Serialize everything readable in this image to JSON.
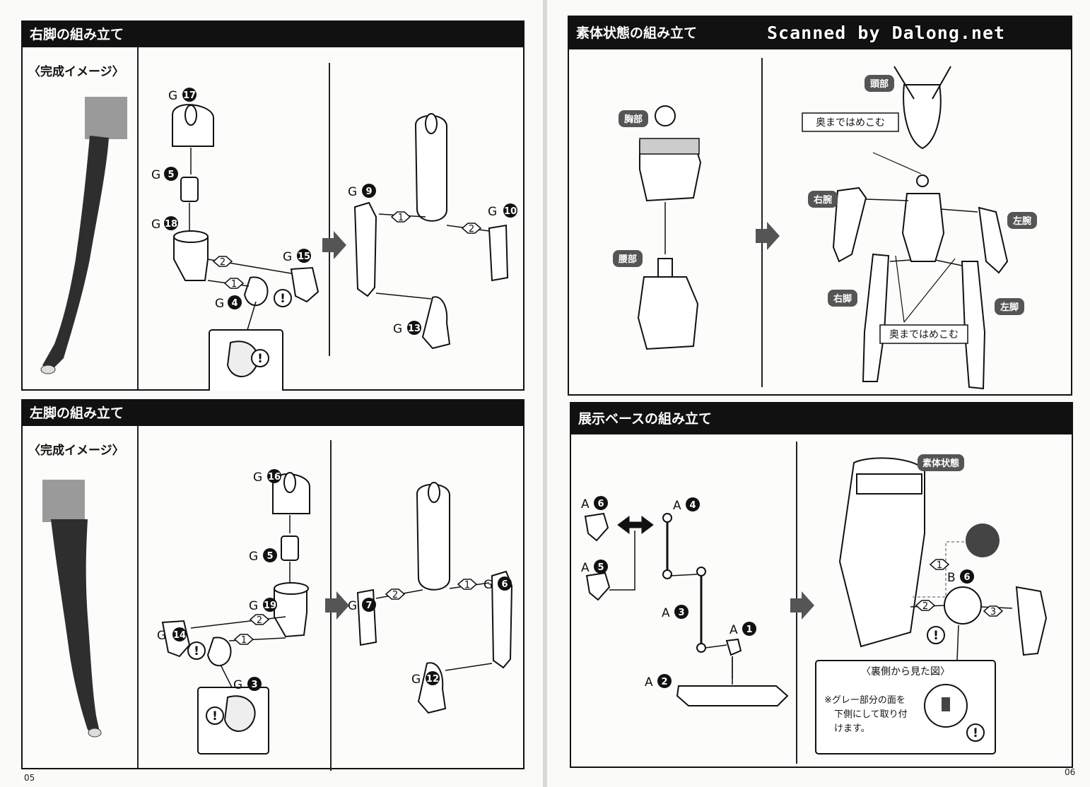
{
  "pages": {
    "left_number": "05",
    "right_number": "06"
  },
  "scan_credit": "Scanned by Dalong.net",
  "sections": {
    "right_leg": {
      "title": "右脚の組み立て",
      "complete_label": "〈完成イメージ〉",
      "parts": {
        "p17": "G",
        "n17": "17",
        "p5": "G",
        "n5": "5",
        "p18": "G",
        "n18": "18",
        "p15": "G",
        "n15": "15",
        "p4": "G",
        "n4": "4",
        "p9": "G",
        "n9": "9",
        "p10": "G",
        "n10": "10",
        "p13": "G",
        "n13": "13"
      },
      "steps": {
        "s1": "1",
        "s2": "2",
        "s1b": "1",
        "s2b": "2"
      }
    },
    "left_leg": {
      "title": "左脚の組み立て",
      "complete_label": "〈完成イメージ〉",
      "parts": {
        "p16": "G",
        "n16": "16",
        "p5": "G",
        "n5": "5",
        "p19": "G",
        "n19": "19",
        "p14": "G",
        "n14": "14",
        "p3": "G",
        "n3": "3",
        "p7": "G",
        "n7": "7",
        "p6": "G",
        "n6": "6",
        "p12": "G",
        "n12": "12"
      },
      "steps": {
        "s1": "1",
        "s2": "2",
        "s1b": "1",
        "s2b": "2"
      }
    },
    "body": {
      "title": "素体状態の組み立て",
      "labels": {
        "chest": "胸部",
        "waist": "腰部",
        "head": "頭部",
        "right_arm": "右腕",
        "left_arm": "左腕",
        "right_leg": "右脚",
        "left_leg": "左脚"
      },
      "notes": {
        "insert_top": "奥まではめこむ",
        "insert_bottom": "奥まではめこむ"
      }
    },
    "base": {
      "title": "展示ベースの組み立て",
      "parts": {
        "a6": "A",
        "n6": "6",
        "a5": "A",
        "n5": "5",
        "a4": "A",
        "n4": "4",
        "a3": "A",
        "n3": "3",
        "a1": "A",
        "n1": "1",
        "a2": "A",
        "n2": "2",
        "b6": "B",
        "nb6": "6"
      },
      "chip": "素体状態",
      "steps": {
        "s1": "1",
        "s2": "2",
        "s3": "3"
      },
      "back_view": {
        "title": "〈裏側から見た図〉",
        "line1": "※グレー部分の面を",
        "line2": "下側にして取り付",
        "line3": "けます。"
      }
    }
  },
  "warning_mark": "!"
}
